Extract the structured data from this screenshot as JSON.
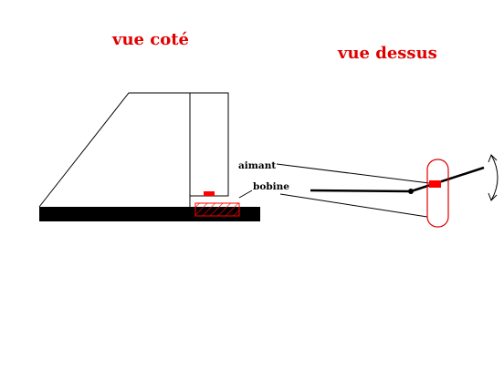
{
  "titles": {
    "side_view": "vue coté",
    "top_view": "vue dessus"
  },
  "labels": {
    "magnet": "aimant",
    "coil": "bobine"
  },
  "colors": {
    "title": "#e00000",
    "magnet": "#ff0000",
    "coil_hatch": "#ff0000",
    "base": "#000000",
    "outline": "#000000",
    "background": "#ffffff"
  }
}
